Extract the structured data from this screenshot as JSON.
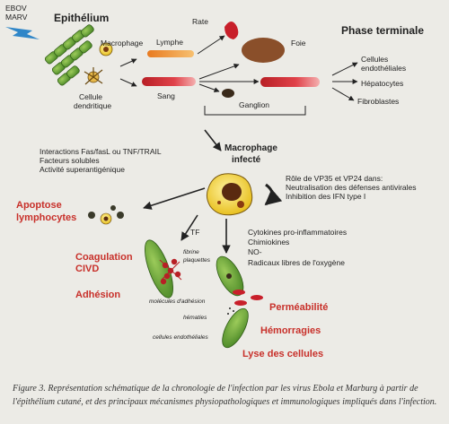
{
  "diagram": {
    "viruses": [
      "EBOV",
      "MARV"
    ],
    "epithelium": "Epithélium",
    "macrophage": "Macrophage",
    "dendritic_cell": [
      "Cellule",
      "dendritique"
    ],
    "lymph": "Lymphe",
    "blood": "Sang",
    "spleen": "Rate",
    "liver": "Foie",
    "lymph_node": "Ganglion",
    "terminal_phase": "Phase terminale",
    "targets": [
      [
        "Cellules",
        "endothéliales"
      ],
      "Hépatocytes",
      "Fibroblastes"
    ],
    "infected_macrophage": [
      "Macrophage",
      "infecté"
    ],
    "mechanisms": [
      "Interactions Fas/fasL ou TNF/TRAIL",
      "Facteurs solubles",
      "Activité superantigénique"
    ],
    "vp_role": [
      "Rôle de VP35 et VP24 dans:",
      "Neutralisation des défenses antivirales",
      "Inhibition des IFN type I"
    ],
    "apoptosis": [
      "Apoptose",
      "lymphocytes"
    ],
    "tf": "TF",
    "cytokines": [
      "Cytokines pro-inflammatoires",
      "Chimiokines",
      "NO-",
      "Radicaux libres de l'oxygène"
    ],
    "coagulation": [
      "Coagulation",
      "CIVD"
    ],
    "adhesion": "Adhésion",
    "fibrin": [
      "fibrine",
      "plaquettes"
    ],
    "adhesion_molecules": "molécules d'adhésion",
    "red_cells": "hématies",
    "endothelial_cells": "cellules endothéliales",
    "permeability": "Perméabilité",
    "hemorrhages": "Hémorragies",
    "cell_lysis": "Lyse des cellules"
  },
  "caption": "Figure 3. Représentation schématique de la chronologie de l'infection par les virus Ebola et Marburg à partir de l'épithélium cutané, et des principaux mécanismes physiopathologiques et immunologiques impliqués dans l'infection.",
  "colors": {
    "red_text": "#c8302a",
    "blue_bolt": "#2f86c8"
  },
  "icons": [
    "lightning-icon",
    "epithelium-cells-icon",
    "macrophage-cell-icon",
    "dendritic-cell-icon",
    "lymph-vessel-icon",
    "blood-vessel-icon",
    "spleen-icon",
    "liver-icon",
    "lymph-node-icon",
    "endothelial-cell-icon",
    "platelet-icon",
    "red-blood-cell-icon",
    "curved-arrow-icon"
  ]
}
